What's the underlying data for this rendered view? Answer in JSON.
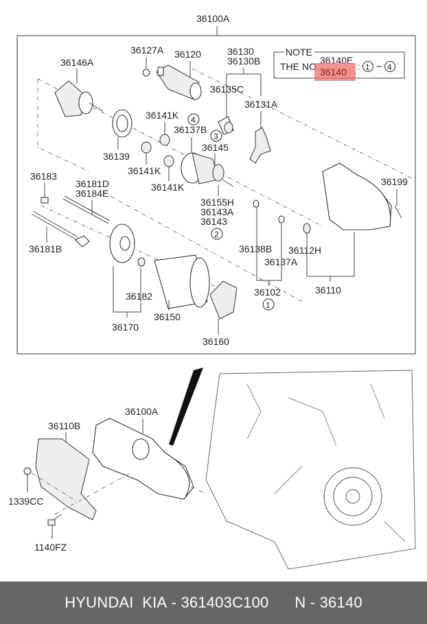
{
  "diagram": {
    "assembly_label": "36100A",
    "note": {
      "title": "NOTE",
      "text_prefix": "THE NO.",
      "original_number": "36140E",
      "highlighted_number": "36140",
      "range_separator": ":",
      "range_start": "1",
      "range_tilde": "~",
      "range_end": "4",
      "highlight_color": "#f26b6b"
    },
    "part_labels": {
      "p36127A": "36127A",
      "p36120": "36120",
      "p36130": "36130",
      "p36130B": "36130B",
      "p36146A": "36146A",
      "p36135C": "36135C",
      "p36131A": "36131A",
      "p36141K_a": "36141K",
      "p36141K_b": "36141K",
      "p36141K_c": "36141K",
      "p36137B": "36137B",
      "p36145": "36145",
      "p36139": "36139",
      "p36183": "36183",
      "p36181D": "36181D",
      "p36184E": "36184E",
      "p36181B": "36181B",
      "p36155H": "36155H",
      "p36143A": "36143A",
      "p36143": "36143",
      "p36138B": "36138B",
      "p36137A": "36137A",
      "p36112H": "36112H",
      "p36102": "36102",
      "p36110": "36110",
      "p36199": "36199",
      "p36182": "36182",
      "p36170": "36170",
      "p36150": "36150",
      "p36160": "36160"
    },
    "circled_refs": {
      "c1": "1",
      "c2": "2",
      "c3": "3",
      "c4": "4"
    },
    "lower_labels": {
      "assembly": "36100A",
      "cover": "36110B",
      "nut": "1339CC",
      "bolt": "1140FZ"
    }
  },
  "footer": {
    "brand": "HYUNDAI  KIA",
    "separator": " - ",
    "part_number": "361403C100",
    "n_prefix": "N",
    "n_number": "36140"
  }
}
